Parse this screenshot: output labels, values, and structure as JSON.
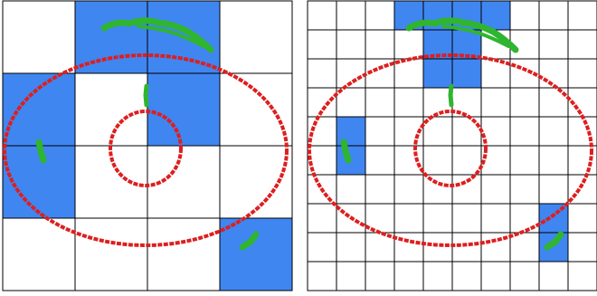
{
  "colors": {
    "background": "#ffffff",
    "grid_line": "#000000",
    "filled_cell": "#3f86f1",
    "contour": "#dd1f1f",
    "region": "#2fb52f"
  },
  "panels": [
    {
      "name": "coarse-grid",
      "grid": {
        "cols": 4,
        "rows": 4
      },
      "filled_cells": [
        [
          1,
          0
        ],
        [
          2,
          0
        ],
        [
          0,
          1
        ],
        [
          2,
          1
        ],
        [
          0,
          2
        ],
        [
          3,
          3
        ]
      ]
    },
    {
      "name": "fine-grid",
      "grid": {
        "cols": 10,
        "rows": 10
      },
      "filled_cells": [
        [
          3,
          0
        ],
        [
          4,
          0
        ],
        [
          5,
          0
        ],
        [
          6,
          0
        ],
        [
          4,
          1
        ],
        [
          5,
          1
        ],
        [
          4,
          2
        ],
        [
          5,
          2
        ],
        [
          1,
          4
        ],
        [
          1,
          5
        ],
        [
          8,
          7
        ],
        [
          8,
          8
        ]
      ]
    }
  ],
  "shapes": {
    "contours": [
      "outer-ellipse",
      "inner-circle"
    ],
    "regions": [
      "top-arc-blob",
      "center-stem-blob",
      "left-blob",
      "bottom-right-blob"
    ]
  }
}
